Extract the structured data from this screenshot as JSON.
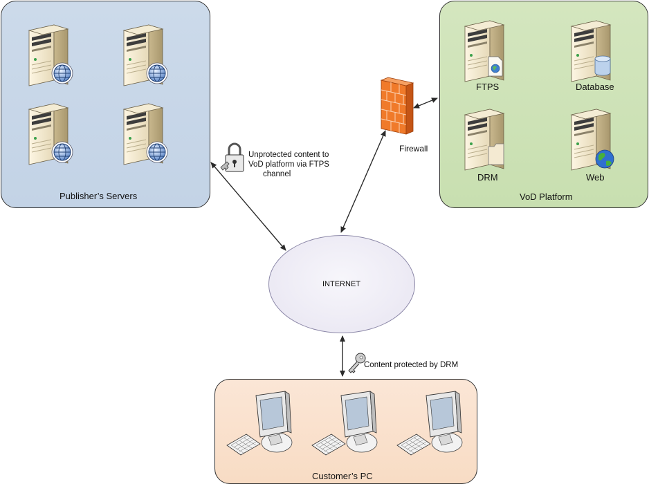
{
  "groups": {
    "publisher": {
      "label": "Publisher’s Servers"
    },
    "vod": {
      "label": "VoD Platform",
      "servers": [
        {
          "label": "FTPS",
          "icon": "ftps-server-icon"
        },
        {
          "label": "Database",
          "icon": "database-server-icon"
        },
        {
          "label": "DRM",
          "icon": "drm-server-icon"
        },
        {
          "label": "Web",
          "icon": "web-server-icon"
        }
      ]
    },
    "customer": {
      "label": "Customer’s PC"
    }
  },
  "internet": {
    "label": "INTERNET"
  },
  "firewall": {
    "label": "Firewall"
  },
  "annotations": {
    "unprotected_line1": "Unprotected content to",
    "unprotected_line2": "VoD platform via FTPS",
    "unprotected_line3": "channel",
    "protected": "Content protected by DRM"
  },
  "colors": {
    "publisher_bg": "#c7d6e8",
    "vod_bg": "#cde2b5",
    "customer_bg": "#f9e0cc",
    "firewall": "#f07a2a"
  }
}
